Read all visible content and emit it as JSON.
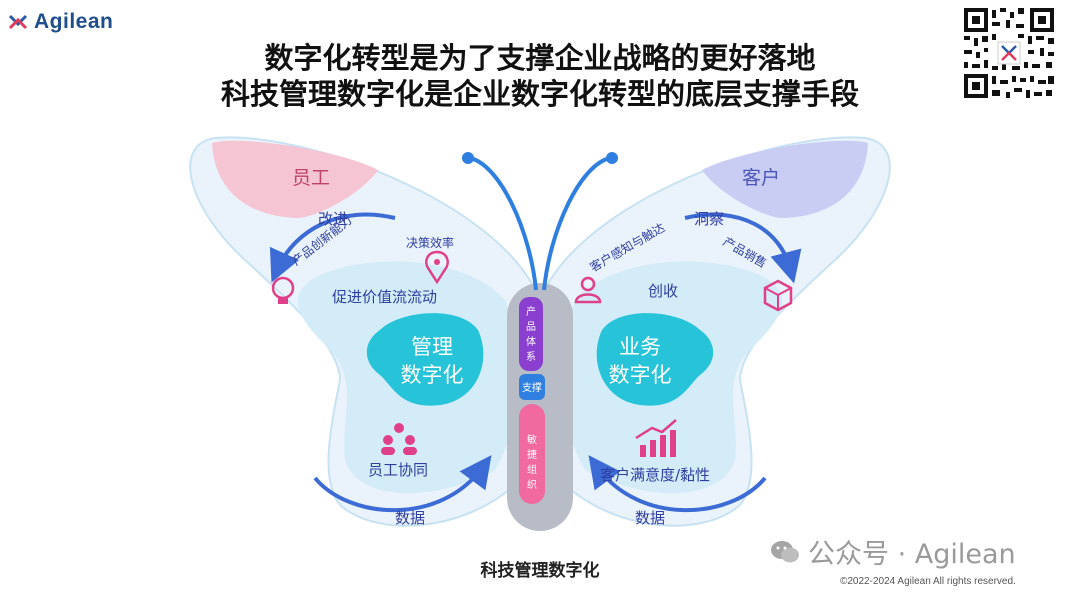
{
  "brand": {
    "name": "Agilean"
  },
  "title": {
    "line1": "数字化转型是为了支撑企业战略的更好落地",
    "line2": "科技管理数字化是企业数字化转型的底层支撑手段"
  },
  "left_wing": {
    "top_label": "员工",
    "arc_top": "改进",
    "innovation": "产品创新能力",
    "decision": "决策效率",
    "value_flow": "促进价值流流动",
    "core_line1": "管理",
    "core_line2": "数字化",
    "collab": "员工协同",
    "data": "数据"
  },
  "right_wing": {
    "top_label": "客户",
    "arc_top": "洞察",
    "perception": "客户感知与触达",
    "sales": "产品销售",
    "revenue": "创收",
    "core_line1": "业务",
    "core_line2": "数字化",
    "satisfaction": "客户满意度/黏性",
    "data": "数据"
  },
  "body": {
    "seg1": [
      "产",
      "品",
      "体",
      "系"
    ],
    "seg2": "支撑",
    "seg3": [
      "敏",
      "捷",
      "组",
      "织"
    ]
  },
  "caption": "科技管理数字化",
  "watermark": "公众号 · Agilean",
  "copyright": "©2022-2024 Agilean All rights reserved.",
  "colors": {
    "wing_fill": "#eaf3fb",
    "wing_inner": "#d3ecf8",
    "core": "#27c3d9",
    "pink": "#f5c5d3",
    "lavender": "#c9cdf4",
    "arrow": "#3d6bd6",
    "body_grey": "#b8bcc6",
    "seg_purple": "#8a3fd0",
    "seg_blue": "#2f7fe0",
    "seg_pink": "#f06aa0",
    "icon_pink": "#e0408a"
  }
}
